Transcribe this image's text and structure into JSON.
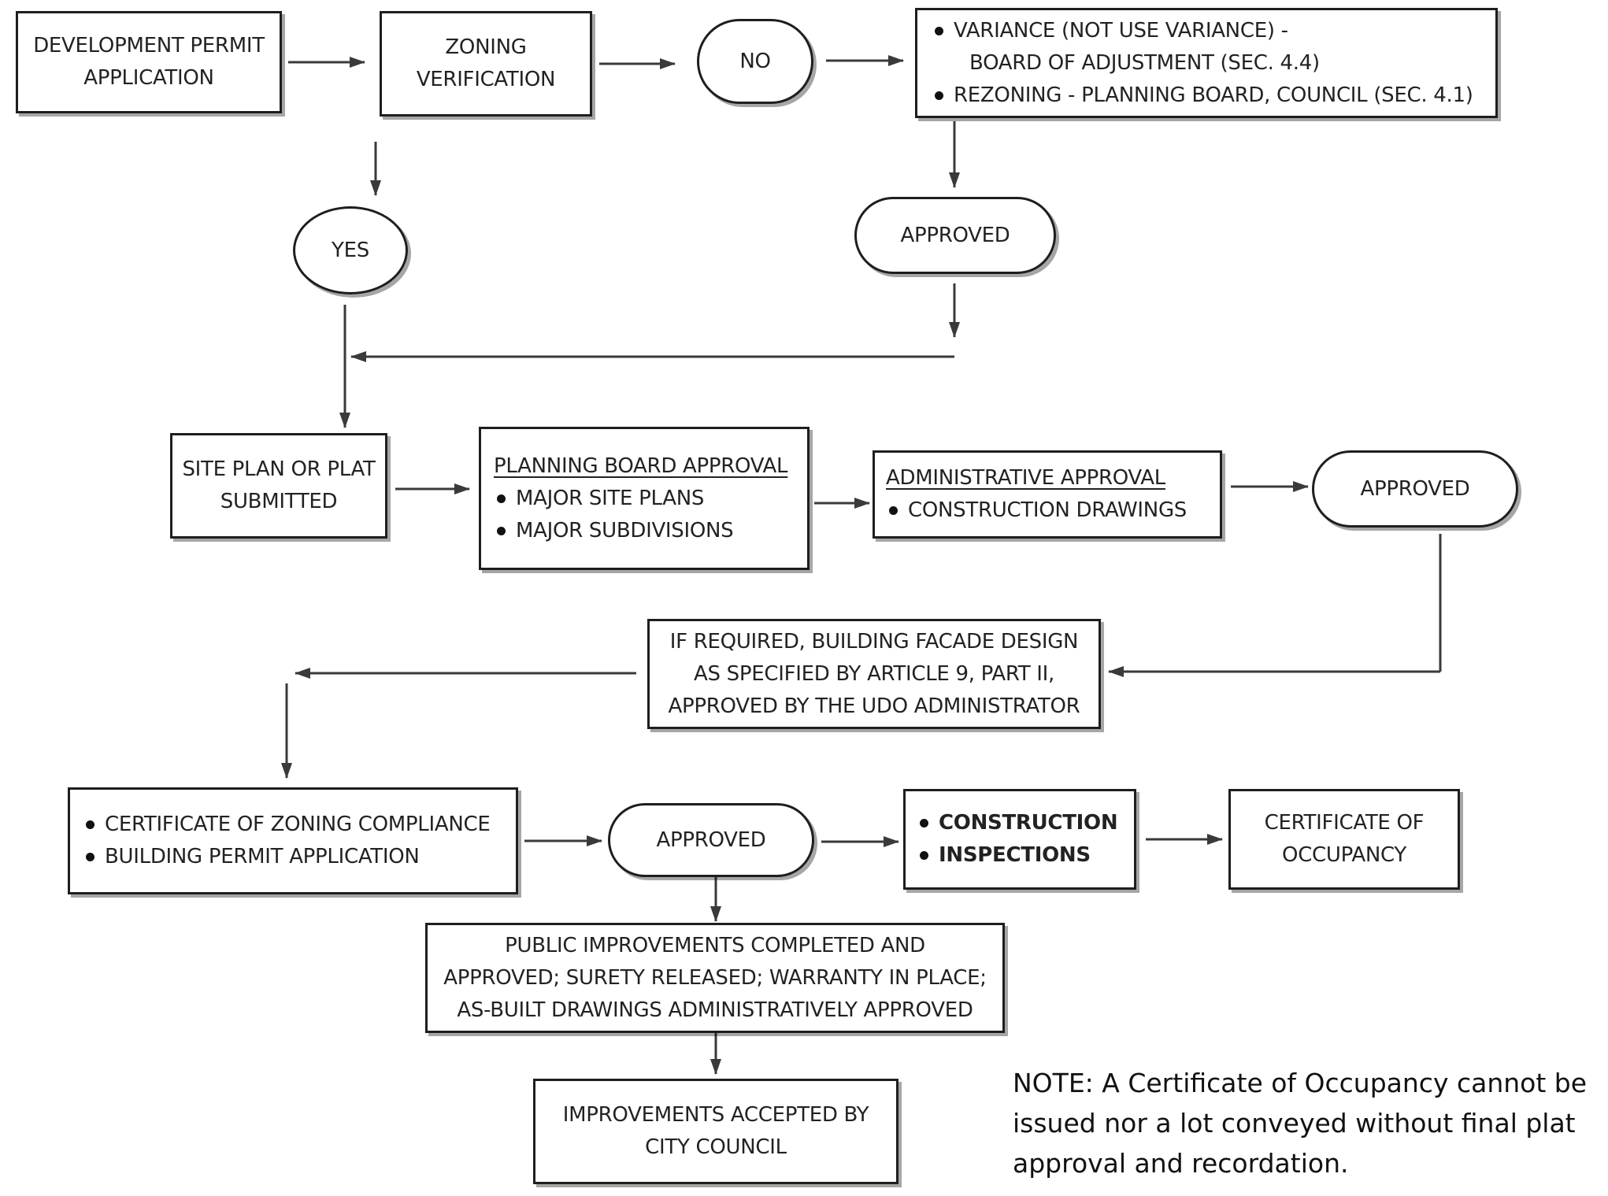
{
  "nodes": {
    "dev_permit": {
      "lines": [
        "DEVELOPMENT PERMIT",
        "APPLICATION"
      ]
    },
    "zoning_verification": {
      "lines": [
        "ZONING",
        "VERIFICATION"
      ]
    },
    "no": {
      "label": "NO"
    },
    "variance": {
      "bullets": [
        "VARIANCE (NOT USE VARIANCE) -",
        "REZONING - PLANNING BOARD, COUNCIL (SEC. 4.1)"
      ],
      "continuation": "BOARD OF ADJUSTMENT (SEC. 4.4)"
    },
    "yes": {
      "label": "YES"
    },
    "approved_top": {
      "label": "APPROVED"
    },
    "site_plan": {
      "lines": [
        "SITE PLAN OR PLAT",
        "SUBMITTED"
      ]
    },
    "planning_board": {
      "title": "PLANNING BOARD APPROVAL",
      "bullets": [
        "MAJOR SITE PLANS",
        "MAJOR SUBDIVISIONS"
      ]
    },
    "admin_approval": {
      "title": "ADMINISTRATIVE APPROVAL",
      "bullets": [
        "CONSTRUCTION DRAWINGS"
      ]
    },
    "approved_mid": {
      "label": "APPROVED"
    },
    "facade": {
      "lines": [
        "IF REQUIRED, BUILDING FACADE DESIGN",
        "AS SPECIFIED BY ARTICLE 9, PART II,",
        "APPROVED BY THE UDO ADMINISTRATOR"
      ]
    },
    "zoning_compliance": {
      "bullets": [
        "CERTIFICATE OF ZONING COMPLIANCE",
        "BUILDING PERMIT APPLICATION"
      ]
    },
    "approved_bottom": {
      "label": "APPROVED"
    },
    "construction": {
      "bullets": [
        "CONSTRUCTION",
        "INSPECTIONS"
      ]
    },
    "occupancy": {
      "lines": [
        "CERTIFICATE OF",
        "OCCUPANCY"
      ]
    },
    "public_improvements": {
      "lines": [
        "PUBLIC IMPROVEMENTS COMPLETED AND",
        "APPROVED; SURETY RELEASED; WARRANTY IN PLACE;",
        "AS-BUILT DRAWINGS ADMINISTRATIVELY APPROVED"
      ]
    },
    "improvements_accepted": {
      "lines": [
        "IMPROVEMENTS ACCEPTED BY",
        "CITY COUNCIL"
      ]
    }
  },
  "note": {
    "lines": [
      "NOTE: A Certificate of Occupancy cannot be",
      "issued nor a lot conveyed without final plat",
      "approval and recordation."
    ]
  },
  "colors": {
    "line": "#3a3a3a",
    "border": "#1e1e1e",
    "text": "#222222"
  }
}
